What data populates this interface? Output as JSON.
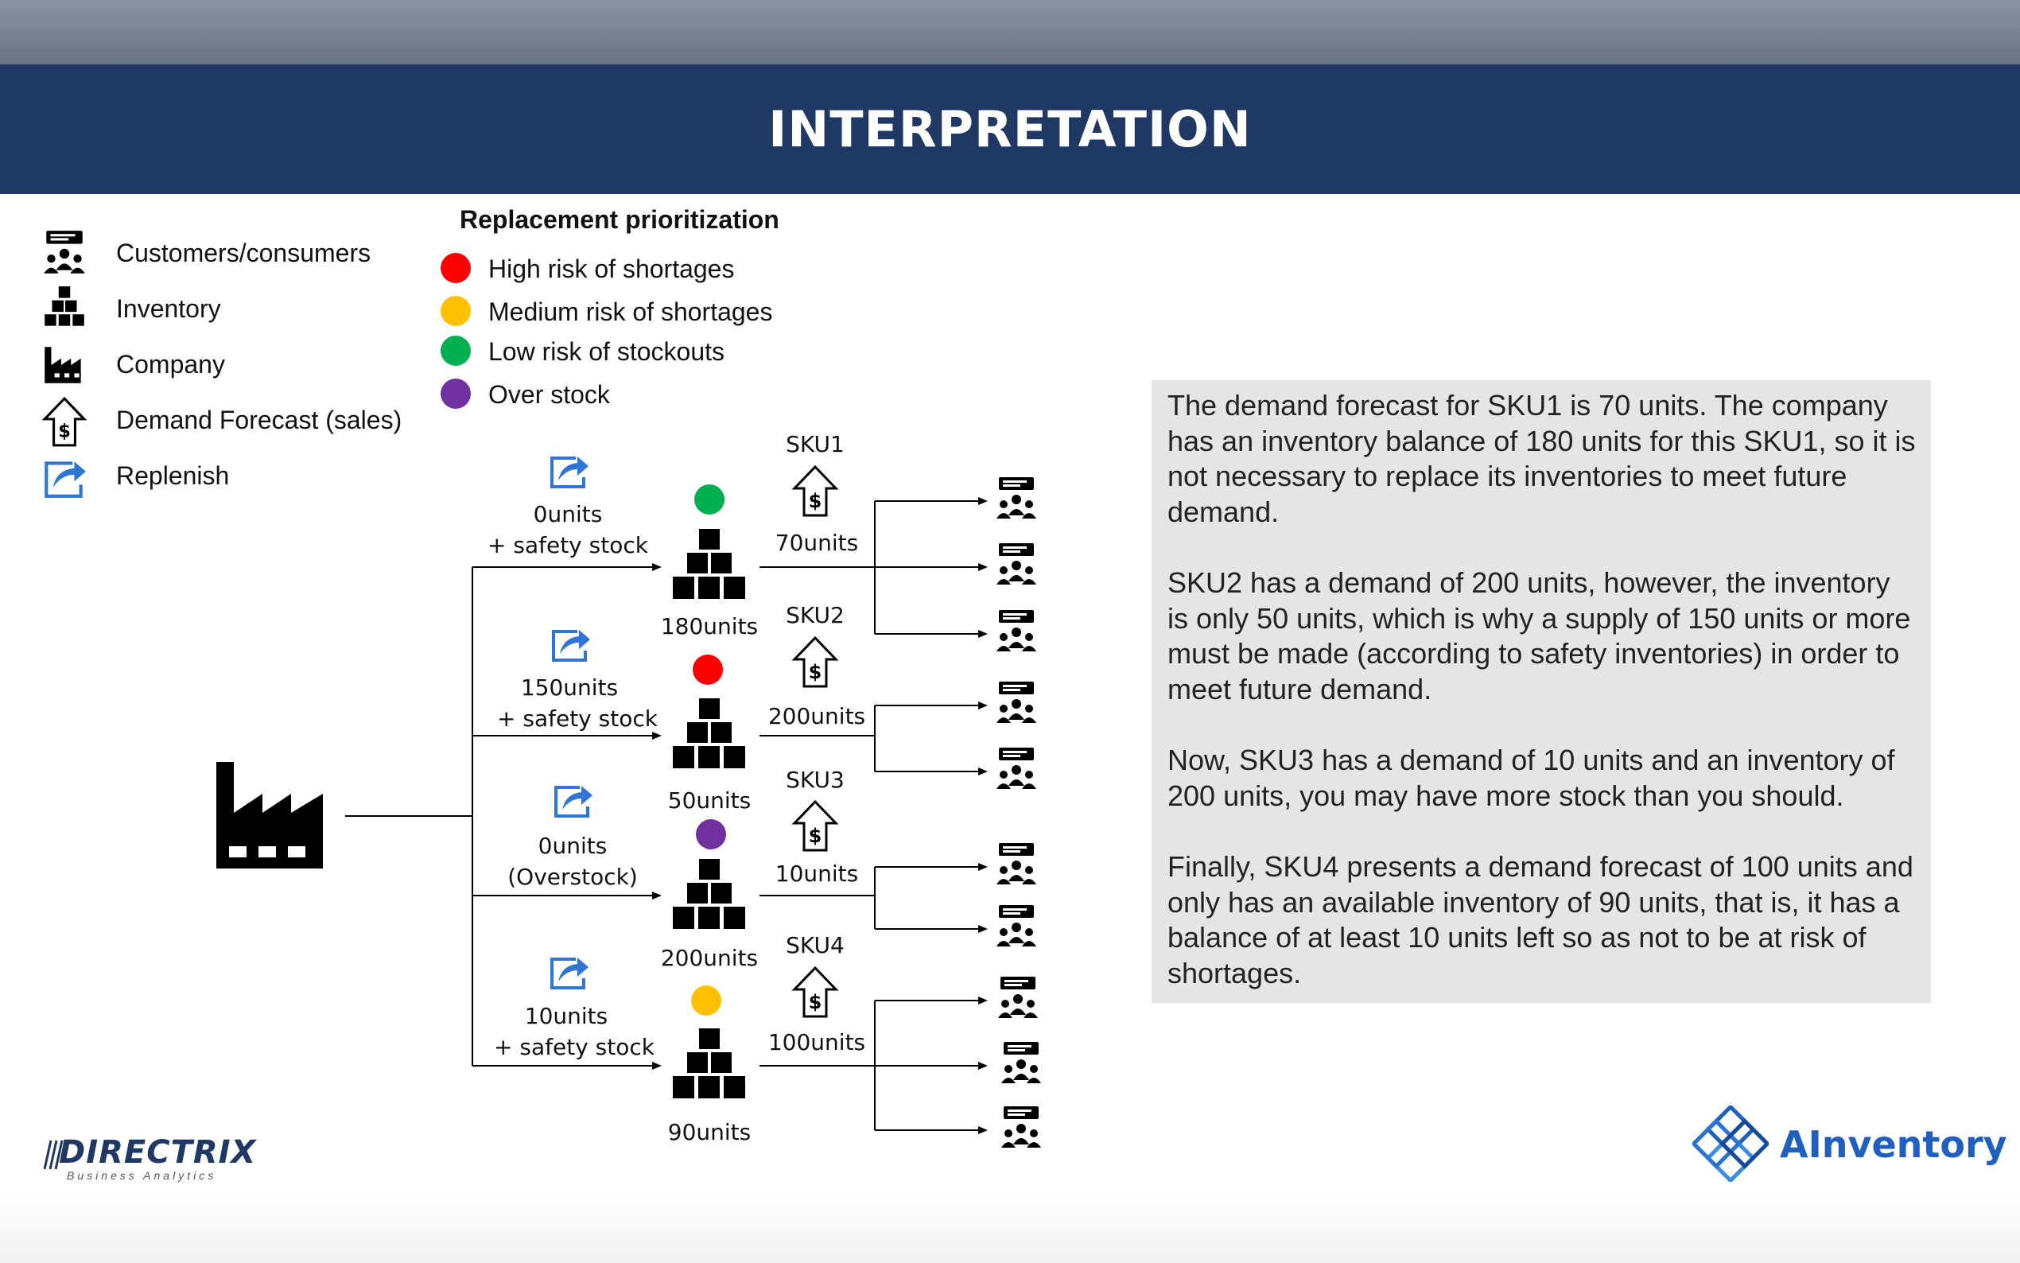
{
  "header": {
    "title": "INTERPRETATION"
  },
  "legend": {
    "items": [
      {
        "icon": "customers-icon",
        "label": "Customers/consumers"
      },
      {
        "icon": "inventory-icon",
        "label": "Inventory"
      },
      {
        "icon": "company-icon",
        "label": "Company"
      },
      {
        "icon": "demand-forecast-icon",
        "label": "Demand Forecast (sales)"
      },
      {
        "icon": "replenish-icon",
        "label": "Replenish"
      }
    ]
  },
  "prioritization": {
    "title": "Replacement prioritization",
    "items": [
      {
        "color": "#ff0000",
        "label": "High risk of shortages"
      },
      {
        "color": "#ffc000",
        "label": "Medium risk of shortages"
      },
      {
        "color": "#00b050",
        "label": "Low risk of stockouts"
      },
      {
        "color": "#7030a0",
        "label": "Over stock"
      }
    ]
  },
  "skus": [
    {
      "name": "SKU1",
      "forecast": "70units",
      "inventory": "180units",
      "replenish_line1": "0units",
      "replenish_line2": "+ safety stock",
      "status_color": "#00b050",
      "customers": 3
    },
    {
      "name": "SKU2",
      "forecast": "200units",
      "inventory": "50units",
      "replenish_line1": "150units",
      "replenish_line2": "+ safety stock",
      "status_color": "#ff0000",
      "customers": 2
    },
    {
      "name": "SKU3",
      "forecast": "10units",
      "inventory": "200units",
      "replenish_line1": "0units",
      "replenish_line2": "(Overstock)",
      "status_color": "#7030a0",
      "customers": 2
    },
    {
      "name": "SKU4",
      "forecast": "100units",
      "inventory": "90units",
      "replenish_line1": "10units",
      "replenish_line2": "+ safety stock",
      "status_color": "#ffc000",
      "customers": 3
    }
  ],
  "explanation": {
    "paragraphs": [
      "The demand forecast for SKU1 is 70 units. The company has an inventory balance of 180 units for this SKU1, so it is not necessary to replace its inventories to meet future demand.",
      "SKU2 has a demand of 200 units, however, the inventory is only 50 units, which is why a supply of 150 units or more must be made (according to safety inventories) in order to meet future demand.",
      "Now, SKU3 has a demand of 10 units and an inventory of 200 units, you may have more stock than you should.",
      "Finally, SKU4 presents a demand forecast of 100 units and only has an available inventory of 90 units, that is, it has a balance of at least 10 units left so as not to be at risk of shortages."
    ]
  },
  "logos": {
    "left": {
      "name": "DIRECTRIX",
      "tagline": "Business Analytics"
    },
    "right": {
      "name": "AInventory"
    }
  },
  "colors": {
    "header": "#1f3864",
    "replenish_icon": "#2e75d6",
    "text_box": "#e5e5e5"
  }
}
